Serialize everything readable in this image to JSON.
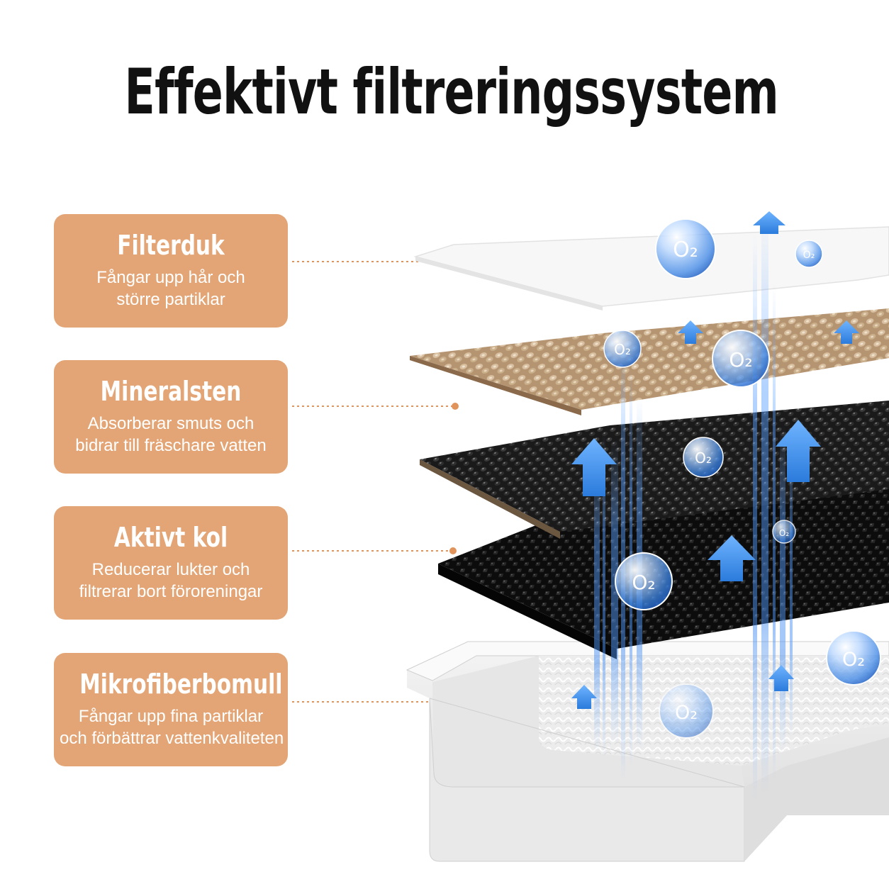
{
  "title": "Effektivt filtreringssystem",
  "layers": [
    {
      "name": "Filterduk",
      "desc1": "Fångar upp hår och",
      "desc2": "större partiklar"
    },
    {
      "name": "Mineralsten",
      "desc1": "Absorberar smuts och",
      "desc2": "bidrar till fräschare vatten"
    },
    {
      "name": "Aktivt kol",
      "desc1": "Reducerar lukter och",
      "desc2": "filtrerar bort föroreningar"
    },
    {
      "name": "Mikrofiberbomull",
      "desc1": "Fångar upp fina partiklar",
      "desc2": "och förbättrar vattenkvaliteten"
    }
  ],
  "bubble_label": "O₂",
  "colors": {
    "card_bg": "#e3a575",
    "connector": "#e0945c",
    "arrow": "#3a8ee8",
    "title": "#111111"
  }
}
